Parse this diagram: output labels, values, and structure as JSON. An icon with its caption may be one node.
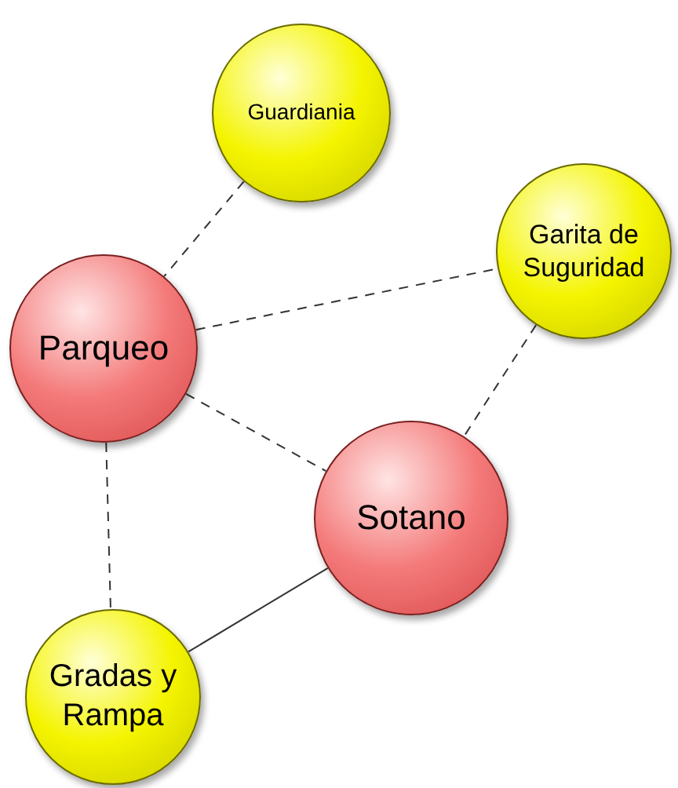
{
  "diagram": {
    "nodes": [
      {
        "text": [
          "Guardiania"
        ]
      },
      {
        "text": [
          "Garita de Suguridad"
        ]
      },
      {
        "text": [
          "Parqueo"
        ]
      },
      {
        "text": [
          "Sotano"
        ]
      },
      {
        "text": [
          "Gradas y Rampa"
        ]
      }
    ],
    "edges": [
      {
        "from": 0,
        "to": 2,
        "arrow": "none",
        "style": "dashed"
      },
      {
        "from": 2,
        "to": 1,
        "arrow": "none",
        "style": "dashed"
      },
      {
        "from": 1,
        "to": 3,
        "arrow": "none",
        "style": "dashed"
      },
      {
        "from": 2,
        "to": 3,
        "arrow": "none",
        "style": "dashed"
      },
      {
        "from": 2,
        "to": 4,
        "arrow": "none",
        "style": "dashed"
      },
      {
        "from": 3,
        "to": 4,
        "arrow": "none"
      }
    ]
  }
}
